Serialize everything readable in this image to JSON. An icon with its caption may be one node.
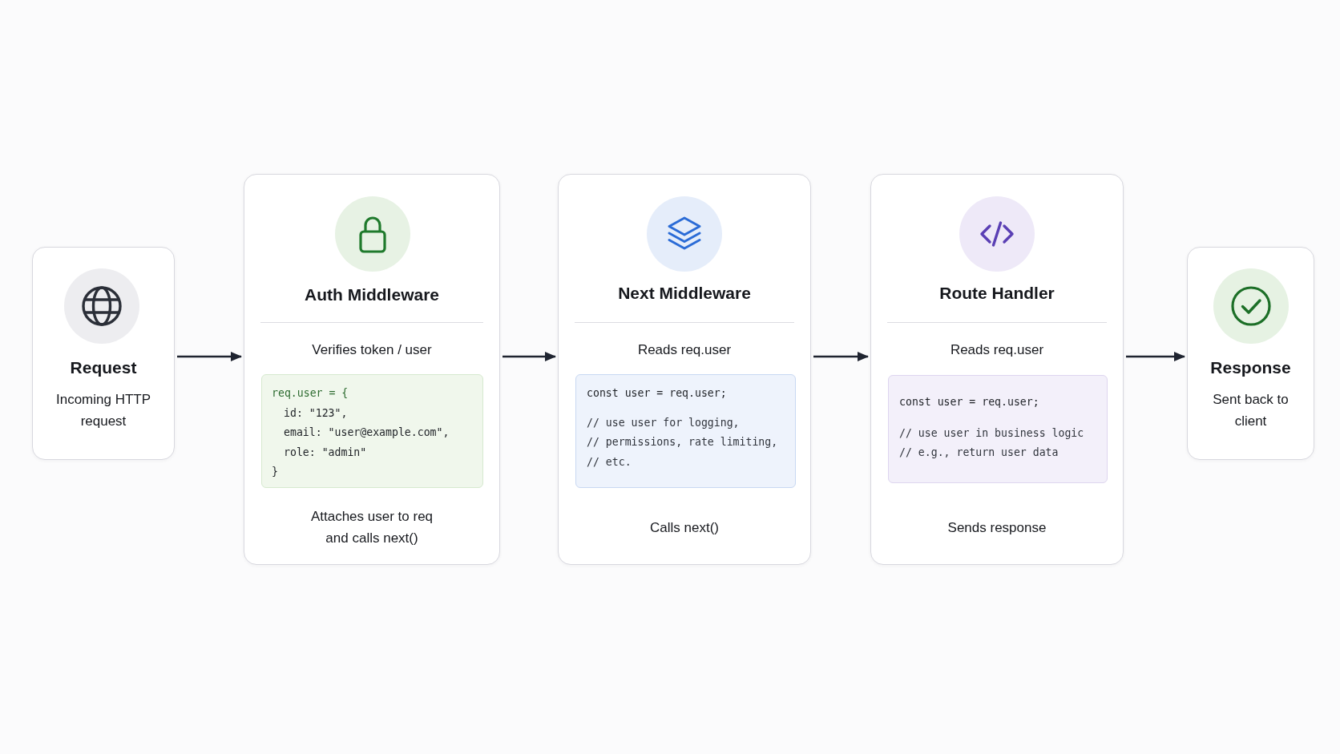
{
  "diagram": {
    "nodes": [
      {
        "text": [
          "Request",
          "Incoming HTTP request"
        ]
      },
      {
        "text": [
          "Auth Middleware",
          "Verifies token / user",
          "Attaches user to req and calls next()"
        ]
      },
      {
        "text": [
          "req.user = {",
          "id: \"123\",",
          "email: \"user@example.com\",",
          "role: \"admin\"",
          "}"
        ],
        "in": 1
      },
      {
        "text": [
          "Next Middleware",
          "Reads req.user",
          "Calls next()"
        ]
      },
      {
        "text": [
          "const user = req.user;",
          "// use user for logging,",
          "// permissions, rate limiting,",
          "// etc."
        ],
        "in": 3
      },
      {
        "text": [
          "Route Handler",
          "Reads req.user",
          "Sends response"
        ]
      },
      {
        "text": [
          "const user = req.user;",
          "// use user in business logic",
          "// e.g., return user data"
        ],
        "in": 5
      },
      {
        "text": [
          "Response",
          "Sent back to client"
        ]
      }
    ],
    "edges": [
      {
        "from": 0,
        "to": 1,
        "arrow": "to"
      },
      {
        "from": 1,
        "to": 3,
        "arrow": "to"
      },
      {
        "from": 3,
        "to": 5,
        "arrow": "to"
      },
      {
        "from": 5,
        "to": 7,
        "arrow": "to"
      }
    ]
  }
}
